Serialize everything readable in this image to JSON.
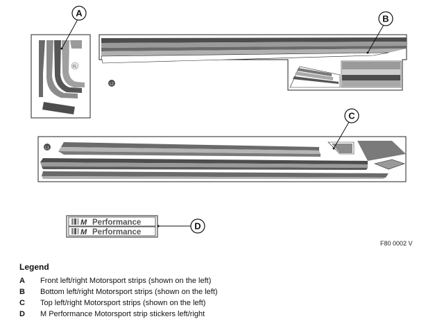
{
  "callouts": [
    "A",
    "B",
    "C",
    "D"
  ],
  "sheet_codes": {
    "sheet_a": "FL",
    "sheet_b": "L2",
    "sheet_c": "L1"
  },
  "performance_sticker": {
    "m_mark": "M",
    "text": "Performance"
  },
  "document_code": "F80 0002 V",
  "legend": {
    "title": "Legend",
    "items": [
      {
        "key": "A",
        "text": "Front left/right Motorsport strips (shown on the left)"
      },
      {
        "key": "B",
        "text": "Bottom left/right Motorsport strips (shown on the left)"
      },
      {
        "key": "C",
        "text": "Top left/right Motorsport strips (shown on the left)"
      },
      {
        "key": "D",
        "text": "M Performance Motorsport strip stickers left/right"
      }
    ]
  },
  "colors": {
    "dark_stripe": "#4d4d4d",
    "mid_stripe": "#8c8c8c",
    "light_stripe": "#b5b5b5",
    "outline": "#222222"
  }
}
